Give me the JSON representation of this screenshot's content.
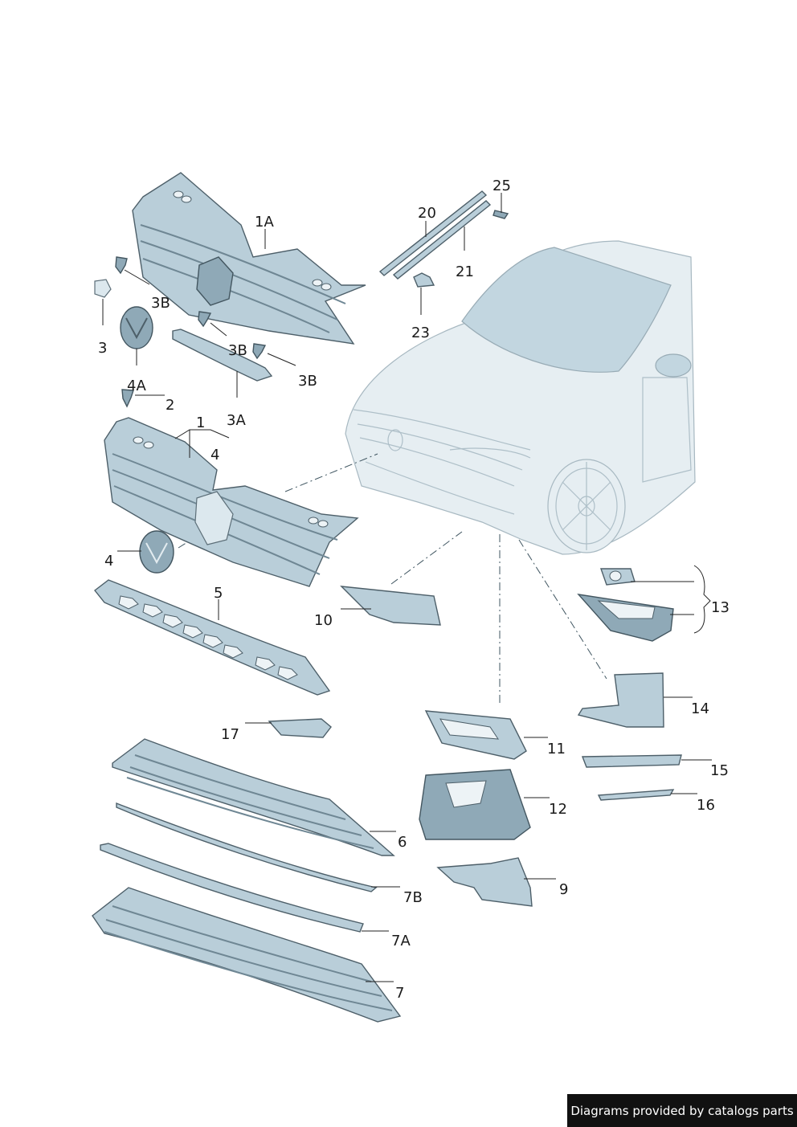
{
  "labels": {
    "l1A": "1A",
    "l3B_a": "3B",
    "l3": "3",
    "l3B_b": "3B",
    "l3B_c": "3B",
    "l4A": "4A",
    "l2": "2",
    "l1": "1",
    "l3A": "3A",
    "l4_a": "4",
    "l4_b": "4",
    "l5": "5",
    "l10": "10",
    "l17": "17",
    "l6": "6",
    "l7B": "7B",
    "l7A": "7A",
    "l7": "7",
    "l20": "20",
    "l25": "25",
    "l21": "21",
    "l23": "23",
    "l13": "13",
    "l14": "14",
    "l11": "11",
    "l15": "15",
    "l12": "12",
    "l16": "16",
    "l9": "9"
  },
  "footer": {
    "text": "Diagrams provided by catalogs parts"
  },
  "colors": {
    "part": "#b9ced9",
    "outline": "#4d5f69",
    "car": "#e6eef2"
  }
}
